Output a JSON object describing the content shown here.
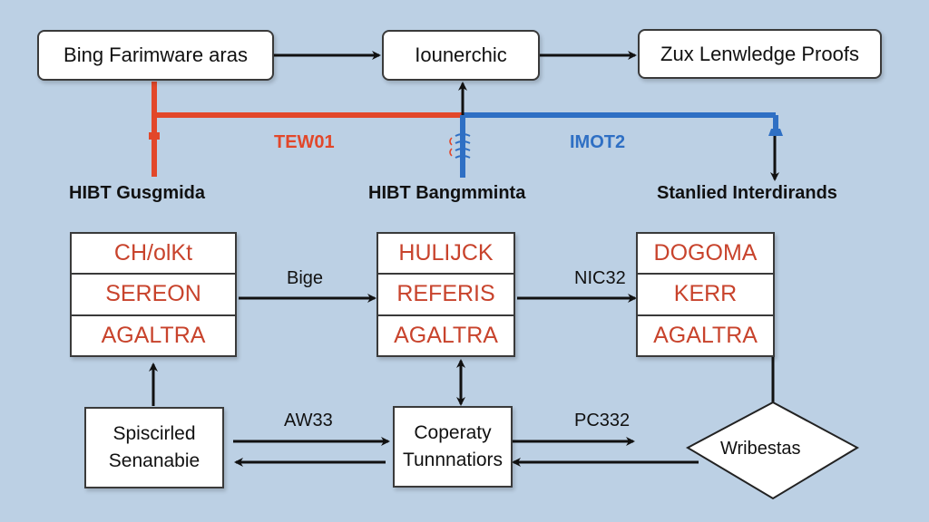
{
  "colors": {
    "background": "#bcd0e4",
    "red_line": "#e2472a",
    "blue_line": "#2e6fc4",
    "cell_text": "#c8432c",
    "stroke": "#111111"
  },
  "top_row": {
    "box1": "Bing Farimware aras",
    "box2": "Iounerchic",
    "box3": "Zux Lenwledge Proofs"
  },
  "branch_labels": {
    "red": "TEW01",
    "blue": "IMOT2"
  },
  "mid_labels": {
    "left": "HIBT Gusgmida",
    "center": "HIBT Bangmminta",
    "right": "Stanlied Interdirands"
  },
  "tables": [
    {
      "cells": [
        "CH/olKt",
        "SEREON",
        "AGALTRA"
      ]
    },
    {
      "cells": [
        "HULIJCK",
        "REFERIS",
        "AGALTRA"
      ]
    },
    {
      "cells": [
        "DOGOMA",
        "KERR",
        "AGALTRA"
      ]
    }
  ],
  "edge_labels": {
    "bige": "Bige",
    "nic32": "NIC32",
    "aw33": "AW33",
    "pc332": "PC332"
  },
  "bottom_row": {
    "left_line1": "Spiscirled",
    "left_line2": "Senanabie",
    "center_line1": "Coperaty",
    "center_line2": "Tunnnatiors",
    "diamond": "Wribestas"
  }
}
